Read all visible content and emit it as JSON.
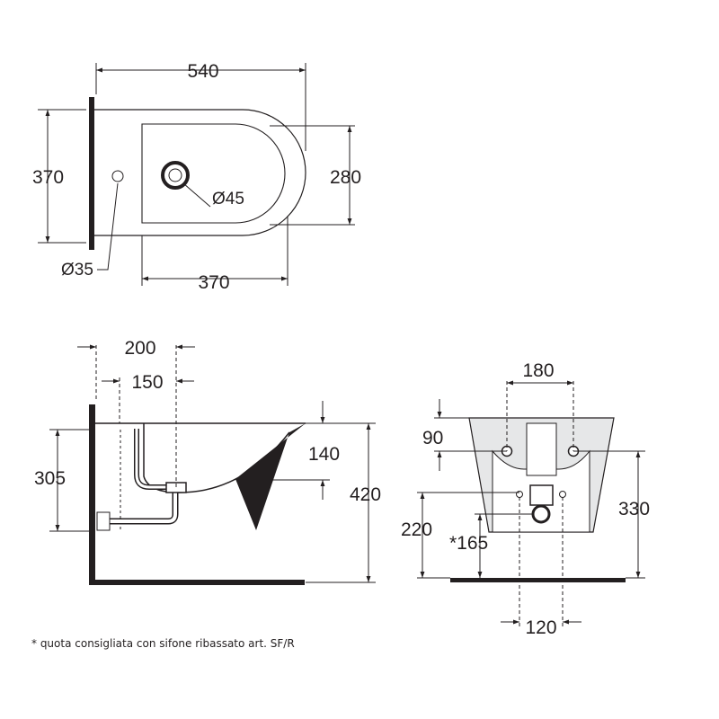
{
  "top_view": {
    "dim_length": "540",
    "dim_width": "370",
    "dim_inner_width": "280",
    "dim_inner_length": "370",
    "dim_tap_hole": "Ø35",
    "dim_drain_hole": "Ø45"
  },
  "side_view": {
    "dim_drain_distance": "200",
    "dim_tap_distance": "150",
    "dim_drain_height": "305",
    "dim_rim_to_drain": "140",
    "dim_total_height": "420"
  },
  "rear_view": {
    "dim_fixing_spacing": "180",
    "dim_fixing_depth": "90",
    "dim_bracket_height": "330",
    "dim_outlet_height": "220",
    "dim_outlet_height_alt": "*165",
    "dim_outlet_spacing": "120"
  },
  "footnote": "* quota consigliata con sifone ribassato art. SF/R"
}
